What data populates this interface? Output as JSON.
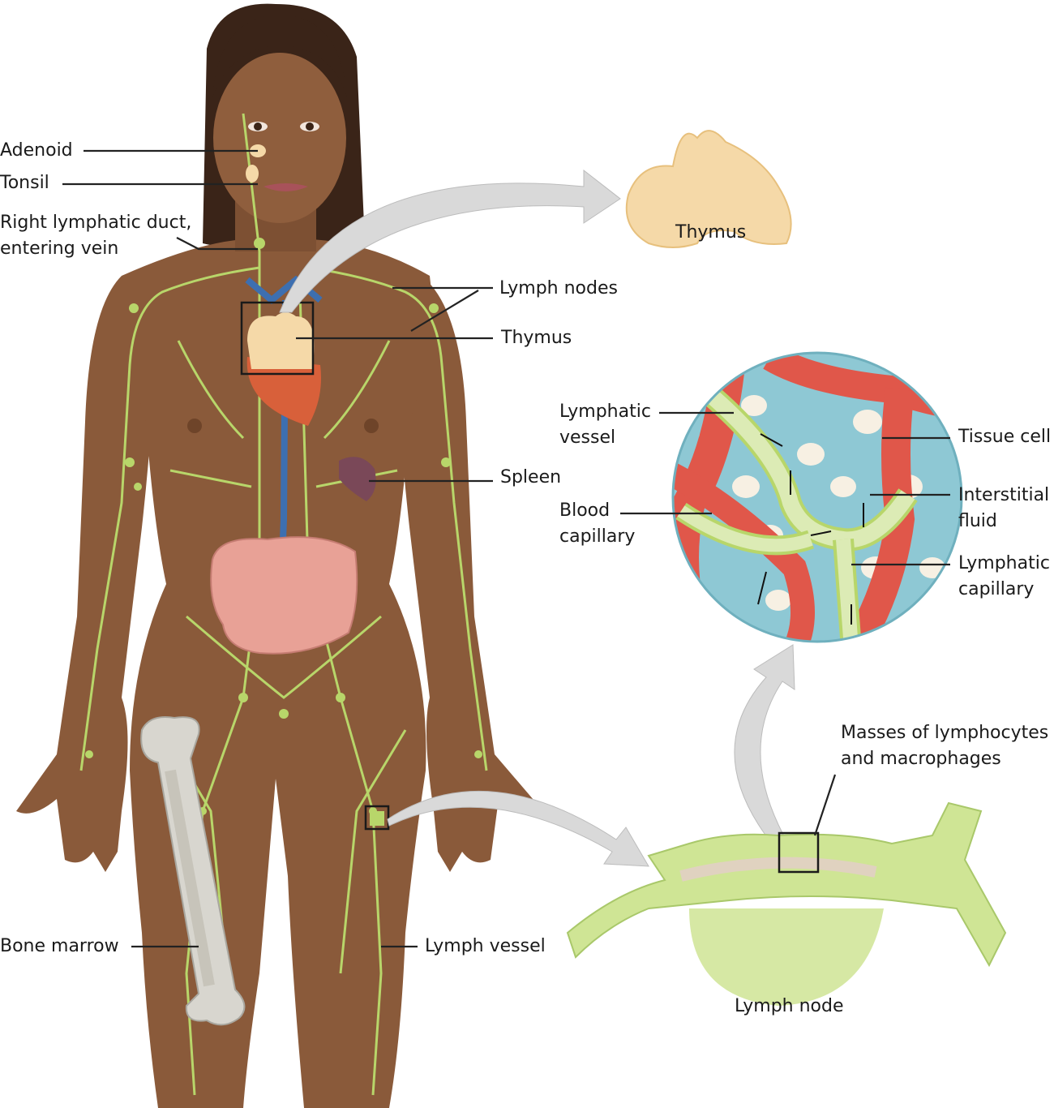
{
  "figure": {
    "title": "Human lymphatic system diagram",
    "labels": {
      "adenoid": "Adenoid",
      "tonsil": "Tonsil",
      "right_lymphatic_duct_line1": "Right lymphatic duct,",
      "right_lymphatic_duct_line2": "entering vein",
      "lymph_nodes": "Lymph nodes",
      "thymus_body": "Thymus",
      "thymus_detail": "Thymus",
      "spleen": "Spleen",
      "bone_marrow": "Bone marrow",
      "lymph_vessel": "Lymph vessel",
      "lymphatic_vessel_line1": "Lymphatic",
      "lymphatic_vessel_line2": "vessel",
      "blood_capillary_line1": "Blood",
      "blood_capillary_line2": "capillary",
      "tissue_cell": "Tissue cell",
      "interstitial_fluid_line1": "Interstitial",
      "interstitial_fluid_line2": "fluid",
      "lymphatic_capillary_line1": "Lymphatic",
      "lymphatic_capillary_line2": "capillary",
      "masses_line1": "Masses of lymphocytes",
      "masses_line2": "and macrophages",
      "lymph_node": "Lymph node"
    },
    "colors": {
      "skin": "#8a5a3a",
      "skin_dark": "#6e4429",
      "hair": "#3a2418",
      "lymph_green": "#b8d66a",
      "lymph_light": "#dcebb5",
      "thymus": "#f5d9a8",
      "vein_blue": "#3d6fb0",
      "blood_red": "#e0574a",
      "fluid_blue": "#8ec8d4",
      "intestine_pink": "#e8a196",
      "spleen_purple": "#7a4858",
      "bone": "#d8d6cf",
      "arrow_gray": "#d6d6d6",
      "leader_line": "#222222"
    }
  }
}
